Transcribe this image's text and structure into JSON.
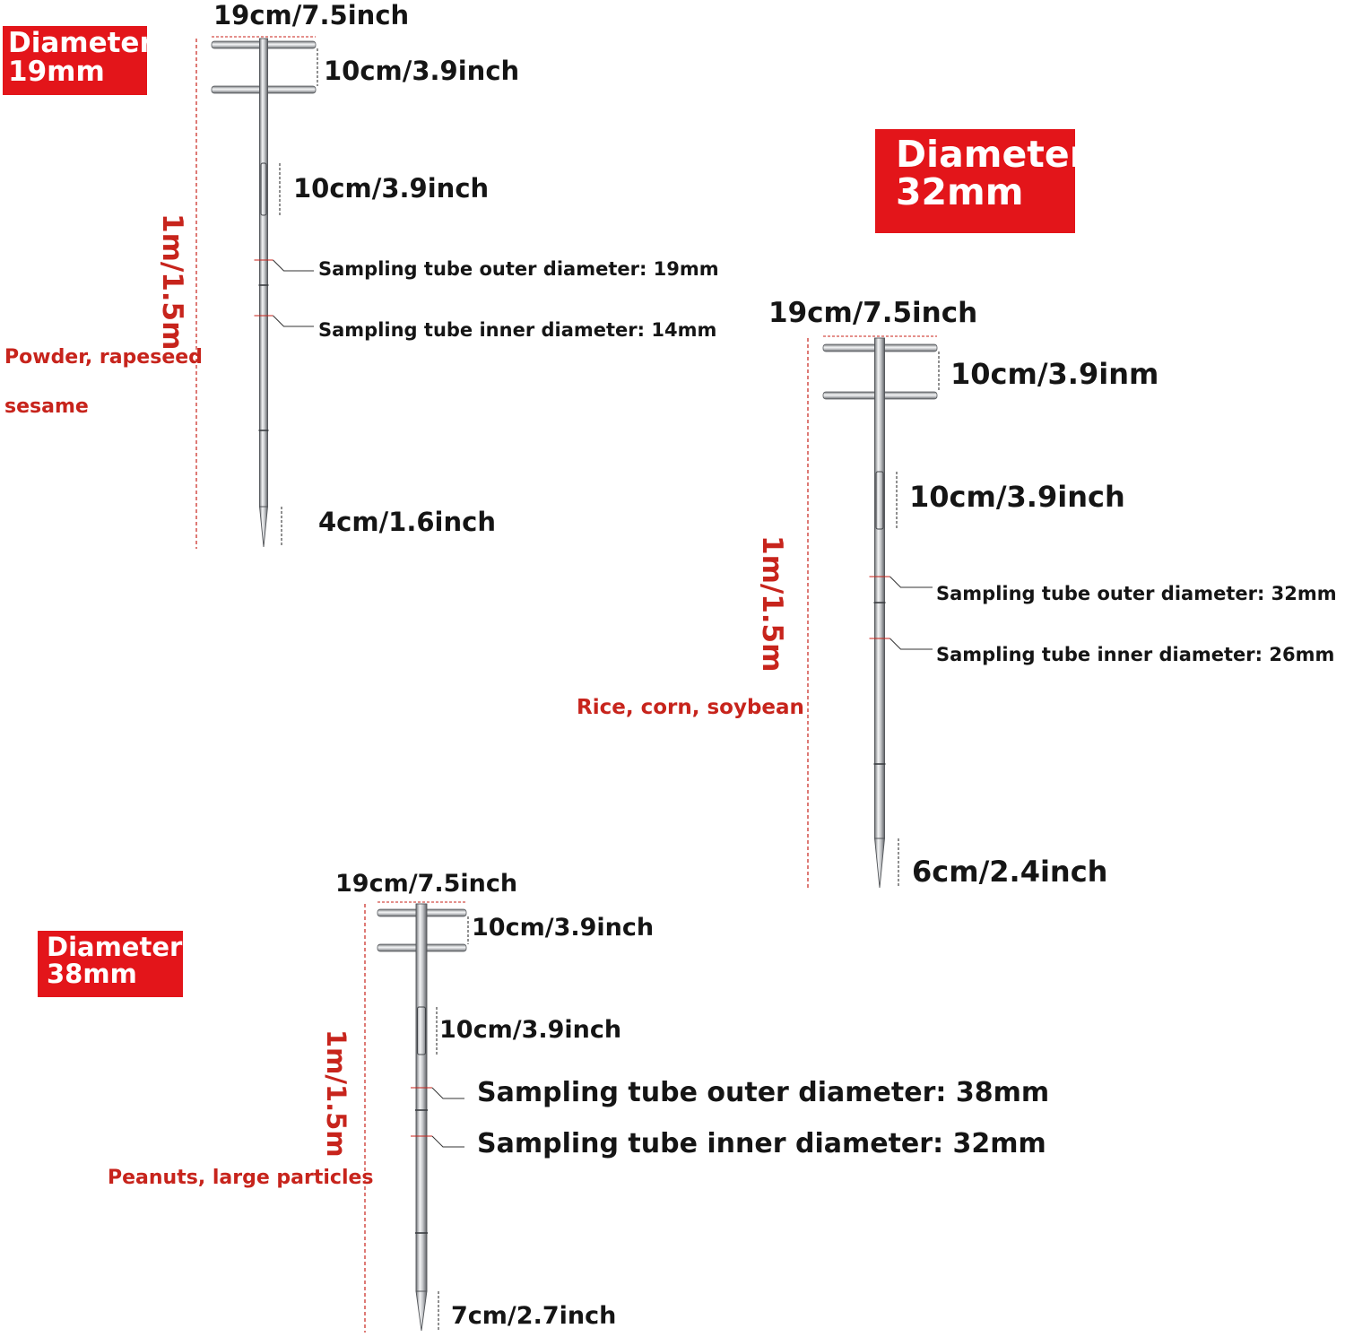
{
  "colors": {
    "badge": "#e3151a",
    "note_text": "#c7241c",
    "dim_line": "#c8221a",
    "steel": "#8a8d92"
  },
  "probes": [
    {
      "badge": {
        "line1": "Diameter",
        "line2": "19mm"
      },
      "handle_width": "19cm/7.5inch",
      "handle_gap": "10cm/3.9inch",
      "slot_length": "10cm/3.9inch",
      "outer_diameter": "Sampling tube outer diameter: 19mm",
      "inner_diameter": "Sampling tube inner diameter: 14mm",
      "tip_length": "4cm/1.6inch",
      "total_length": "1m/1.5m",
      "use_line1": "Powder, rapeseed",
      "use_line2": "sesame"
    },
    {
      "badge": {
        "line1": "Diameter",
        "line2": "32mm"
      },
      "handle_width": "19cm/7.5inch",
      "handle_gap": "10cm/3.9inm",
      "slot_length": "10cm/3.9inch",
      "outer_diameter": "Sampling tube outer diameter: 32mm",
      "inner_diameter": "Sampling tube inner diameter: 26mm",
      "tip_length": "6cm/2.4inch",
      "total_length": "1m/1.5m",
      "use_line1": "Rice, corn, soybean"
    },
    {
      "badge": {
        "line1": "Diameter",
        "line2": "38mm"
      },
      "handle_width": "19cm/7.5inch",
      "handle_gap": "10cm/3.9inch",
      "slot_length": "10cm/3.9inch",
      "outer_diameter": "Sampling tube outer diameter: 38mm",
      "inner_diameter": "Sampling tube inner diameter: 32mm",
      "tip_length": "7cm/2.7inch",
      "total_length": "1m/1.5m",
      "use_line1": "Peanuts, large particles"
    }
  ]
}
